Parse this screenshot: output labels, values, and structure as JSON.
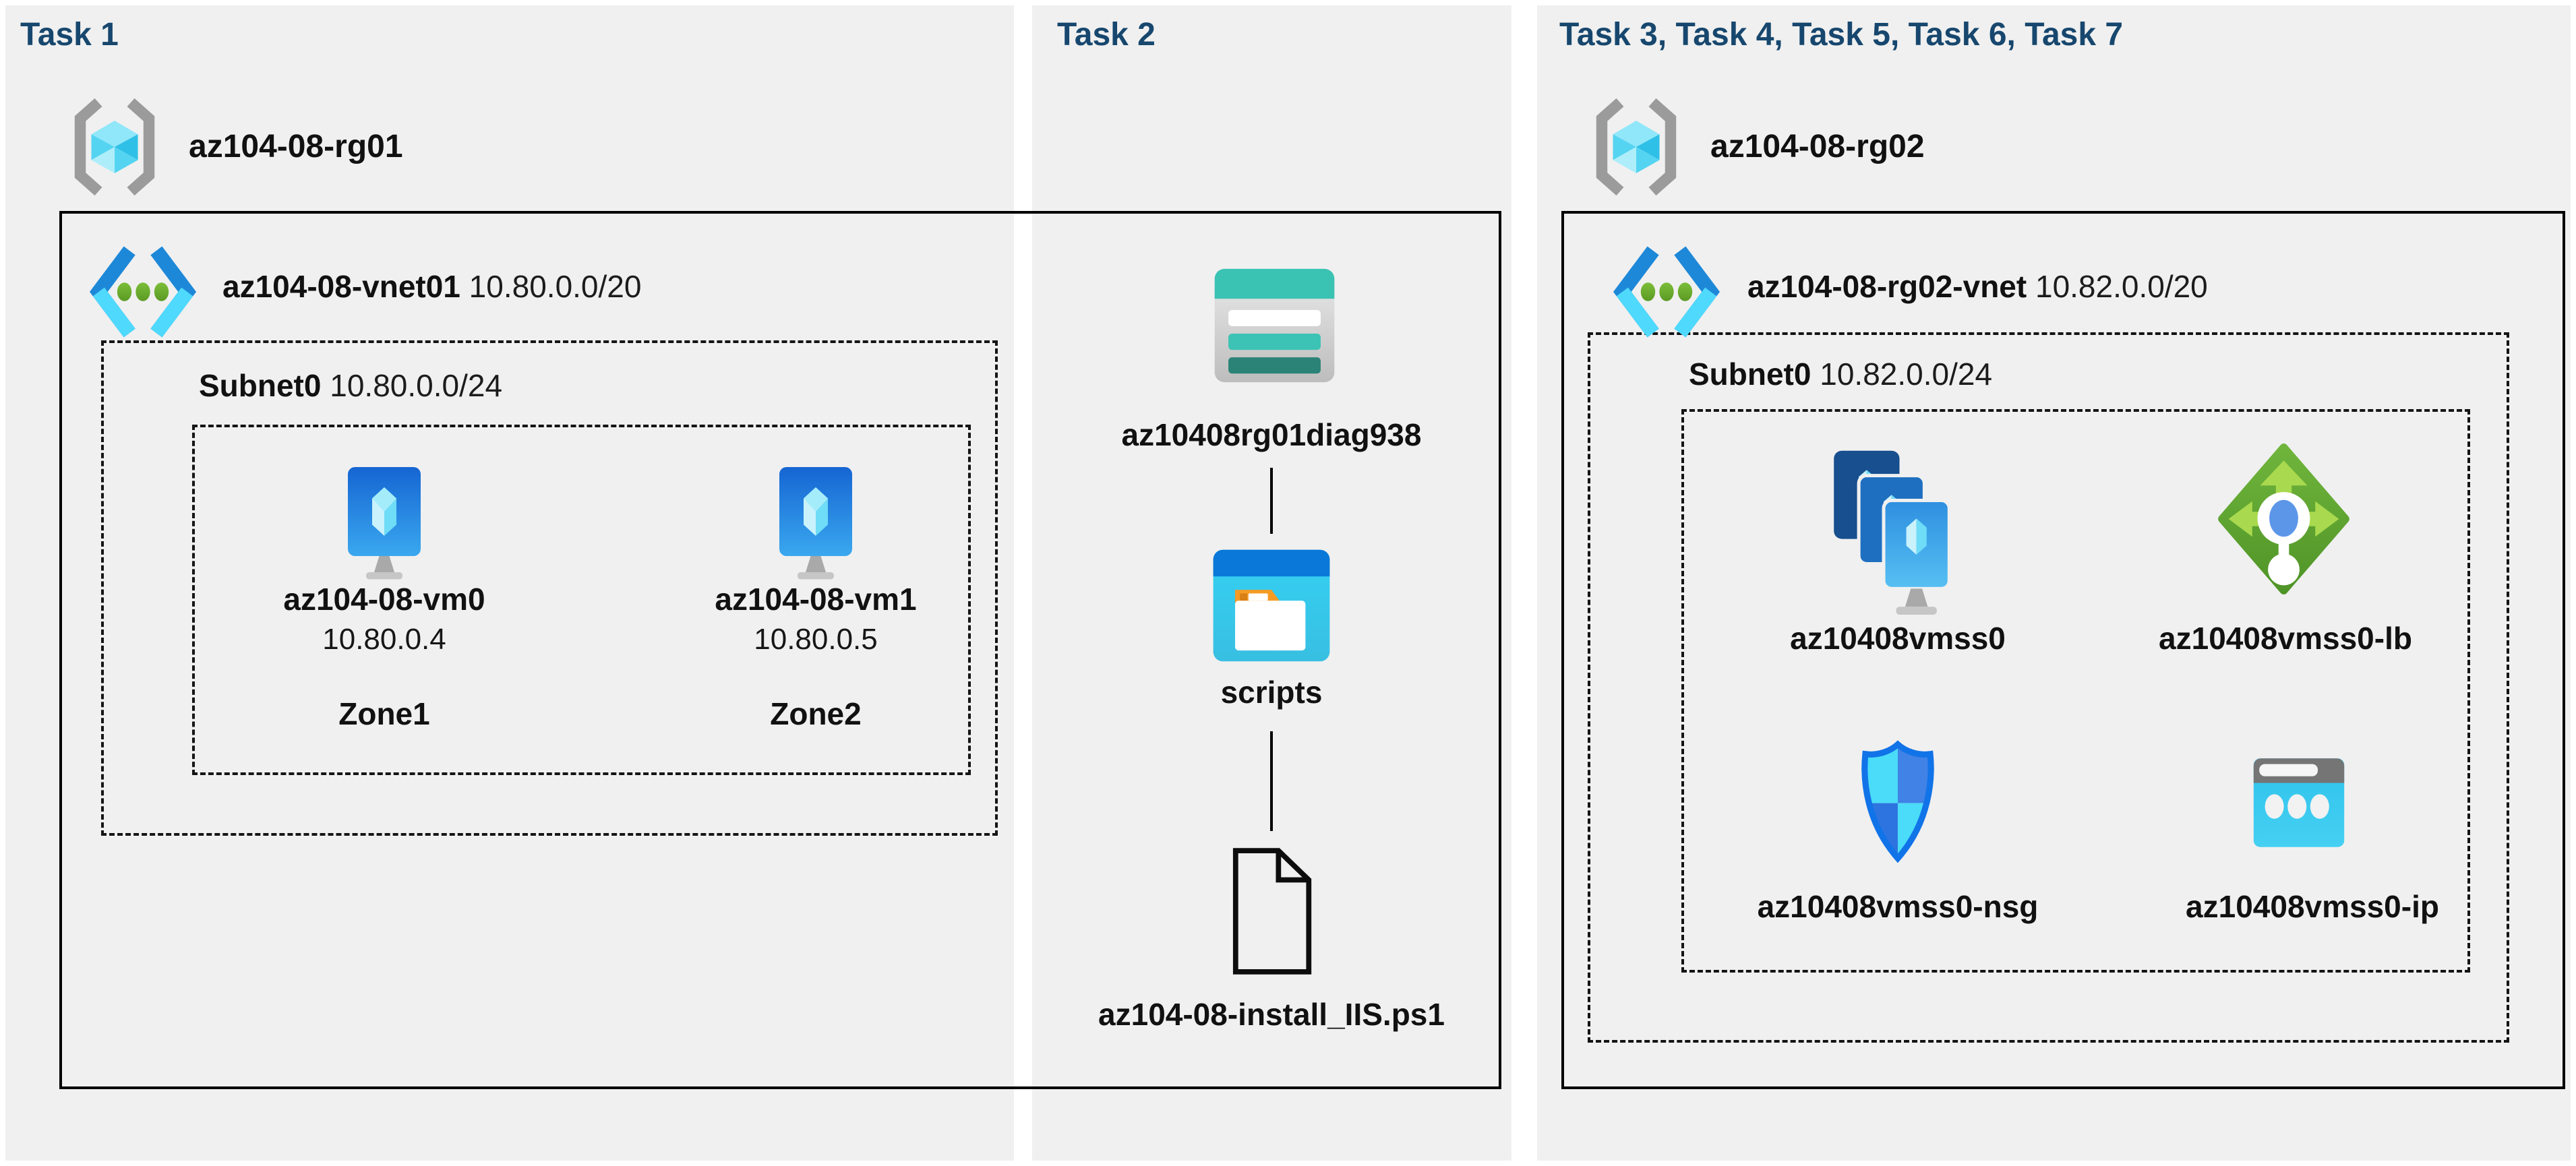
{
  "colors": {
    "accent_navy": "#17476E",
    "panel_bg": "#F0F0F0",
    "vnet_blue": "#1E88D8",
    "vnet_cyan": "#4FD9FC",
    "vnet_green": "#6CAC2E",
    "storage_teal": "#3AC2B3",
    "folder_orange": "#F59B24",
    "lb_green": "#5DA02E",
    "nsg_blue": "#1173E8",
    "ip_cyan": "#33C7EE"
  },
  "task1": {
    "header": "Task 1",
    "rg": "az104-08-rg01",
    "vnet_name": "az104-08-vnet01",
    "vnet_cidr": "10.80.0.0/20",
    "subnet_name": "Subnet0",
    "subnet_cidr": "10.80.0.0/24",
    "vms": [
      {
        "name": "az104-08-vm0",
        "ip": "10.80.0.4",
        "zone": "Zone1"
      },
      {
        "name": "az104-08-vm1",
        "ip": "10.80.0.5",
        "zone": "Zone2"
      }
    ]
  },
  "task2": {
    "header": "Task 2",
    "storage_account": "az10408rg01diag938",
    "container": "scripts",
    "script_file": "az104-08-install_IIS.ps1"
  },
  "task3": {
    "header": "Task 3, Task 4, Task 5, Task 6, Task 7",
    "rg": "az104-08-rg02",
    "vnet_name": "az104-08-rg02-vnet",
    "vnet_cidr": "10.82.0.0/20",
    "subnet_name": "Subnet0",
    "subnet_cidr": "10.82.0.0/24",
    "vmss": "az10408vmss0",
    "lb": "az10408vmss0-lb",
    "nsg": "az10408vmss0-nsg",
    "pip": "az10408vmss0-ip"
  }
}
